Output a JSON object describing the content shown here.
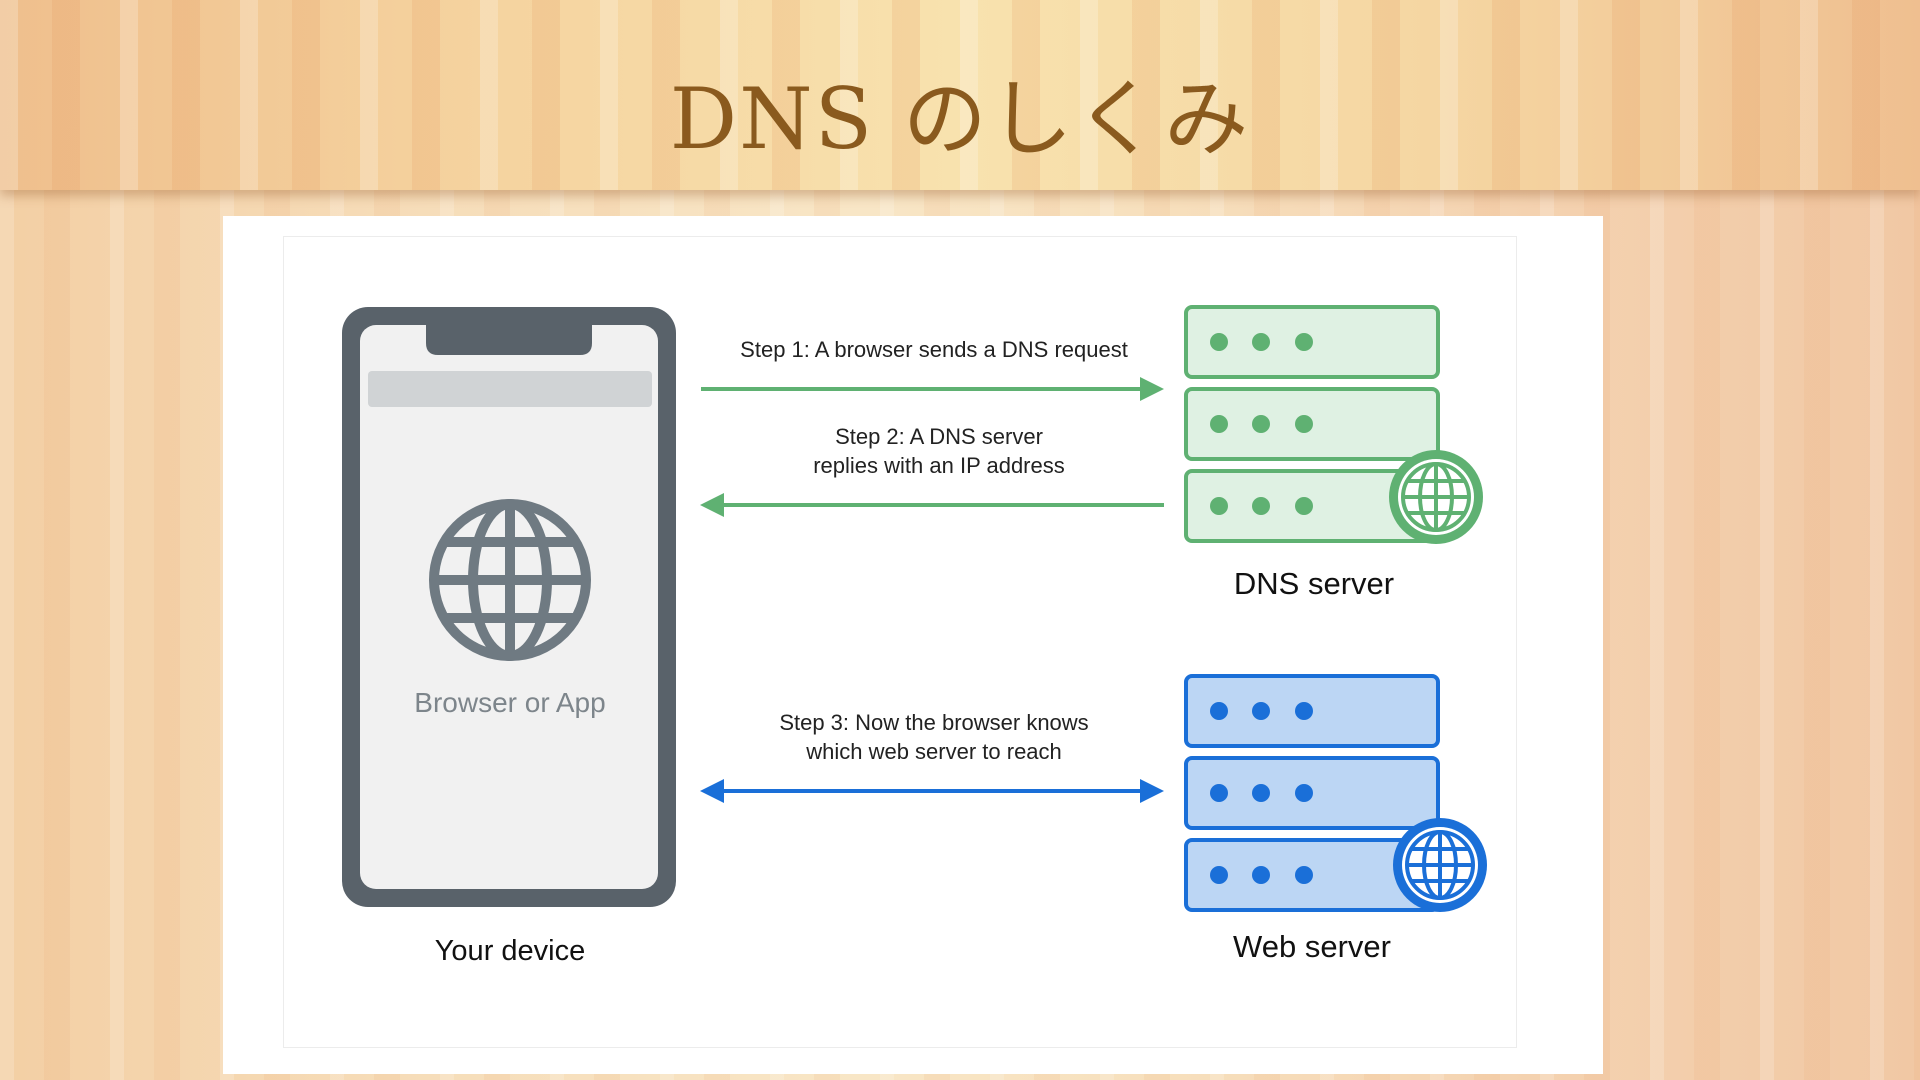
{
  "slide": {
    "title": "DNS のしくみ"
  },
  "diagram": {
    "device": {
      "screen_label": "Browser or App",
      "caption": "Your device"
    },
    "steps": [
      {
        "lines": [
          "Step 1: A browser sends a DNS request"
        ]
      },
      {
        "lines": [
          "Step 2: A DNS server",
          "replies with an IP address"
        ]
      },
      {
        "lines": [
          "Step 3: Now the browser knows",
          "which web server to reach"
        ]
      }
    ],
    "dns_server": {
      "caption": "DNS server"
    },
    "web_server": {
      "caption": "Web server"
    }
  },
  "colors": {
    "title": "#8a5a1e",
    "device_frame": "#59626a",
    "device_screen": "#f1f1f1",
    "globe": "#6f7a82",
    "dns_stroke": "#5fb172",
    "dns_fill": "#dff1e3",
    "web_stroke": "#1a6fd8",
    "web_fill": "#bcd6f4",
    "arrow_green": "#5fb172",
    "arrow_blue": "#1a6fd8"
  },
  "icons": [
    "globe-icon",
    "server-rack-icon",
    "arrow-right-icon",
    "arrow-left-icon",
    "double-arrow-icon"
  ]
}
